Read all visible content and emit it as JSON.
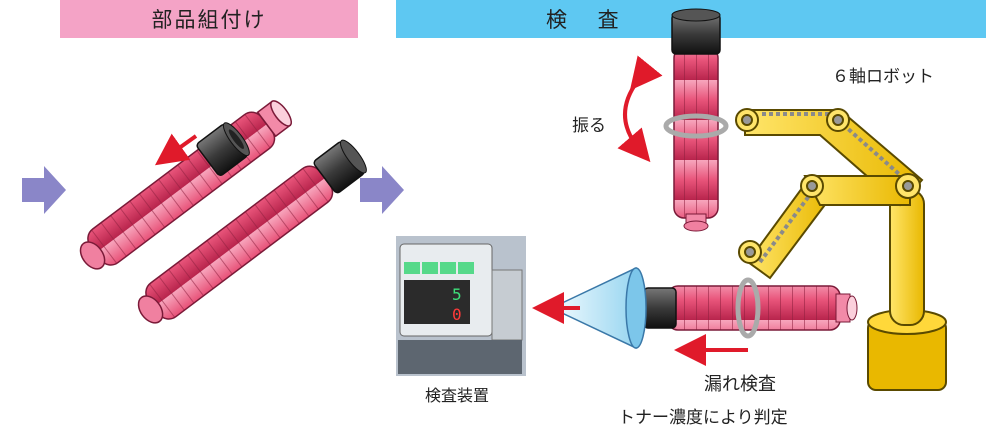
{
  "sections": {
    "assembly": {
      "title": "部品組付け"
    },
    "inspection": {
      "title": "検 査"
    }
  },
  "labels": {
    "robot": "６軸ロボット",
    "shake": "振る",
    "device": "検査装置",
    "leak": "漏れ検査",
    "toner": "トナー濃度により判定"
  },
  "device_display": {
    "digit_top": "5",
    "digit_bottom": "0"
  },
  "colors": {
    "assembly_banner": "#f4a3c6",
    "inspection_banner": "#5ec8f2",
    "flow_arrow": "#8a86c8",
    "robot_arm": "#f5d226",
    "bottle": "#e8547a",
    "red_arrow": "#e01a2a",
    "sensor_cone": "#bfe6f7"
  }
}
